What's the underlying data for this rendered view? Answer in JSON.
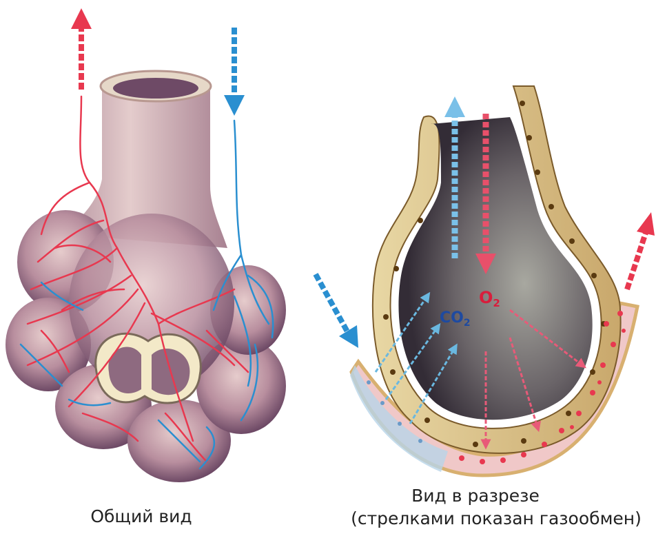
{
  "labels": {
    "general_view": "Общий вид",
    "section_view": "Вид в разрезе",
    "section_note": "(стрелками показан газообмен)",
    "co2": "CO",
    "co2_sub": "2",
    "o2": "O",
    "o2_sub": "2"
  },
  "colors": {
    "oxygenated": "#e8384f",
    "deoxygenated": "#2a8fd0",
    "tissue": "#d8b8b8",
    "wall": "#e8d39a",
    "cavity": "#5a5058"
  }
}
